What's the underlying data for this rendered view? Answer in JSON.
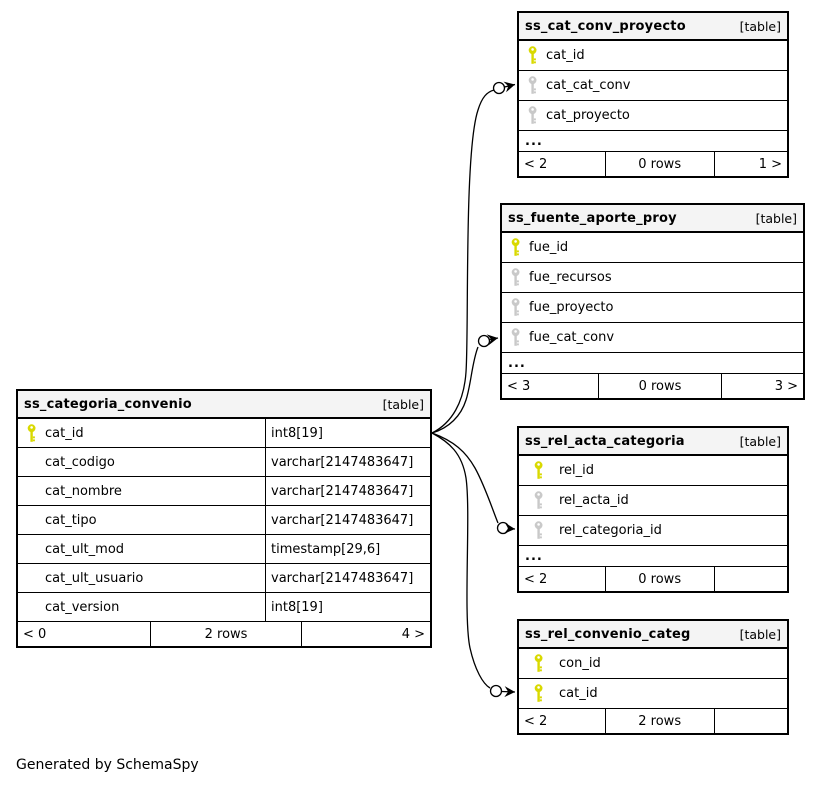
{
  "note": "Generated by SchemaSpy",
  "colors": {
    "primary_key": "#d9d900",
    "foreign_key": "#c9c9c9",
    "header_bg": "#f4f4f4",
    "border": "#000000"
  },
  "icons": {
    "primary_key": "key-icon",
    "foreign_key": "key-icon"
  },
  "tables": [
    {
      "id": "t-main",
      "name": "ss_categoria_convenio",
      "tag": "[table]",
      "wide_gap": false,
      "show_types": true,
      "columns": [
        {
          "name": "cat_id",
          "type": "int8[19]",
          "key": "pk"
        },
        {
          "name": "cat_codigo",
          "type": "varchar[2147483647]",
          "key": "none"
        },
        {
          "name": "cat_nombre",
          "type": "varchar[2147483647]",
          "key": "none"
        },
        {
          "name": "cat_tipo",
          "type": "varchar[2147483647]",
          "key": "none"
        },
        {
          "name": "cat_ult_mod",
          "type": "timestamp[29,6]",
          "key": "none"
        },
        {
          "name": "cat_ult_usuario",
          "type": "varchar[2147483647]",
          "key": "none"
        },
        {
          "name": "cat_version",
          "type": "int8[19]",
          "key": "none"
        }
      ],
      "ellipsis": false,
      "footer": {
        "left": "< 0",
        "center": "2 rows",
        "right": "4 >"
      }
    },
    {
      "id": "t-ccp",
      "name": "ss_cat_conv_proyecto",
      "tag": "[table]",
      "wide_gap": false,
      "show_types": false,
      "columns": [
        {
          "name": "cat_id",
          "key": "pk"
        },
        {
          "name": "cat_cat_conv",
          "key": "fk"
        },
        {
          "name": "cat_proyecto",
          "key": "fk"
        }
      ],
      "ellipsis": true,
      "footer": {
        "left": "< 2",
        "center": "0 rows",
        "right": "1 >"
      }
    },
    {
      "id": "t-fap",
      "name": "ss_fuente_aporte_proy",
      "tag": "[table]",
      "wide_gap": false,
      "show_types": false,
      "columns": [
        {
          "name": "fue_id",
          "key": "pk"
        },
        {
          "name": "fue_recursos",
          "key": "fk"
        },
        {
          "name": "fue_proyecto",
          "key": "fk"
        },
        {
          "name": "fue_cat_conv",
          "key": "fk"
        }
      ],
      "ellipsis": true,
      "footer": {
        "left": "< 3",
        "center": "0 rows",
        "right": "3 >"
      }
    },
    {
      "id": "t-rac",
      "name": "ss_rel_acta_categoria",
      "tag": "[table]",
      "wide_gap": true,
      "show_types": false,
      "columns": [
        {
          "name": "rel_id",
          "key": "pk"
        },
        {
          "name": "rel_acta_id",
          "key": "fk"
        },
        {
          "name": "rel_categoria_id",
          "key": "fk"
        }
      ],
      "ellipsis": true,
      "footer": {
        "left": "< 2",
        "center": "0 rows",
        "right": ""
      }
    },
    {
      "id": "t-rcc",
      "name": "ss_rel_convenio_categ",
      "tag": "[table]",
      "wide_gap": true,
      "show_types": false,
      "columns": [
        {
          "name": "con_id",
          "key": "pk"
        },
        {
          "name": "cat_id",
          "key": "pk"
        }
      ],
      "ellipsis": false,
      "footer": {
        "left": "< 2",
        "center": "2 rows",
        "right": ""
      }
    }
  ]
}
